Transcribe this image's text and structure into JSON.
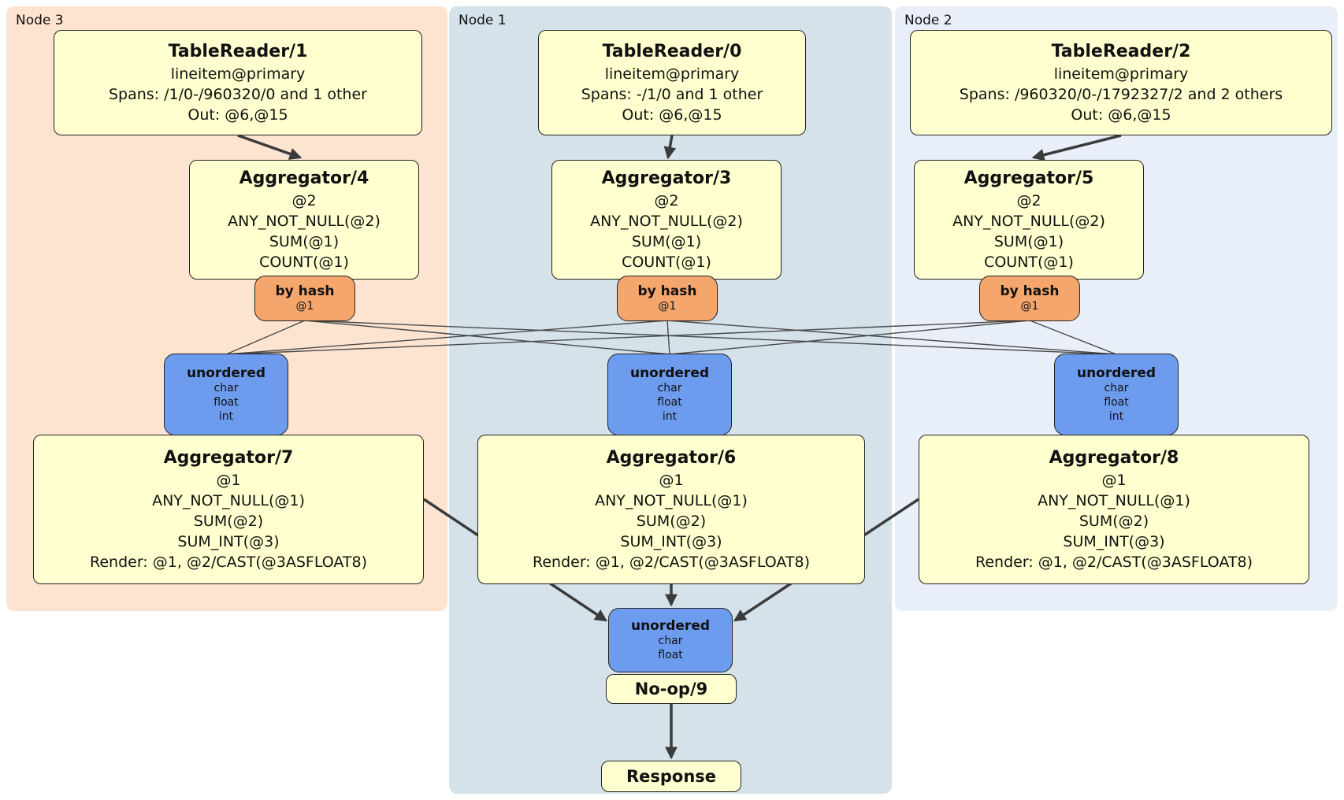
{
  "panels": {
    "node3": {
      "label": "Node 3"
    },
    "node1": {
      "label": "Node 1"
    },
    "node2": {
      "label": "Node 2"
    }
  },
  "boxes": {
    "tr1": {
      "title": "TableReader/1",
      "lines": [
        "lineitem@primary",
        "Spans: /1/0-/960320/0 and 1 other",
        "Out: @6,@15"
      ]
    },
    "tr0": {
      "title": "TableReader/0",
      "lines": [
        "lineitem@primary",
        "Spans: -/1/0 and 1 other",
        "Out: @6,@15"
      ]
    },
    "tr2": {
      "title": "TableReader/2",
      "lines": [
        "lineitem@primary",
        "Spans: /960320/0-/1792327/2 and 2 others",
        "Out: @6,@15"
      ]
    },
    "agg4": {
      "title": "Aggregator/4",
      "lines": [
        "@2",
        "ANY_NOT_NULL(@2)",
        "SUM(@1)",
        "COUNT(@1)"
      ]
    },
    "agg3": {
      "title": "Aggregator/3",
      "lines": [
        "@2",
        "ANY_NOT_NULL(@2)",
        "SUM(@1)",
        "COUNT(@1)"
      ]
    },
    "agg5": {
      "title": "Aggregator/5",
      "lines": [
        "@2",
        "ANY_NOT_NULL(@2)",
        "SUM(@1)",
        "COUNT(@1)"
      ]
    },
    "byhash4": {
      "title": "by hash",
      "lines": [
        "@1"
      ]
    },
    "byhash3": {
      "title": "by hash",
      "lines": [
        "@1"
      ]
    },
    "byhash5": {
      "title": "by hash",
      "lines": [
        "@1"
      ]
    },
    "sync3": {
      "title": "unordered",
      "lines": [
        "char",
        "float",
        "int"
      ]
    },
    "sync1": {
      "title": "unordered",
      "lines": [
        "char",
        "float",
        "int"
      ]
    },
    "sync2": {
      "title": "unordered",
      "lines": [
        "char",
        "float",
        "int"
      ]
    },
    "agg7": {
      "title": "Aggregator/7",
      "lines": [
        "@1",
        "ANY_NOT_NULL(@1)",
        "SUM(@2)",
        "SUM_INT(@3)",
        "Render: @1, @2/CAST(@3ASFLOAT8)"
      ]
    },
    "agg6": {
      "title": "Aggregator/6",
      "lines": [
        "@1",
        "ANY_NOT_NULL(@1)",
        "SUM(@2)",
        "SUM_INT(@3)",
        "Render: @1, @2/CAST(@3ASFLOAT8)"
      ]
    },
    "agg8": {
      "title": "Aggregator/8",
      "lines": [
        "@1",
        "ANY_NOT_NULL(@1)",
        "SUM(@2)",
        "SUM_INT(@3)",
        "Render: @1, @2/CAST(@3ASFLOAT8)"
      ]
    },
    "syncfinal": {
      "title": "unordered",
      "lines": [
        "char",
        "float"
      ]
    },
    "noop": {
      "title": "No-op/9"
    },
    "response": {
      "title": "Response"
    }
  },
  "colors": {
    "processor_fill": "#ffffcf",
    "router_fill": "#f4a66c",
    "sync_fill": "#6d9cee",
    "node3_bg": "#fde4d0",
    "node1_bg": "#d5e2e9",
    "node2_bg": "#e9eff8",
    "edge": "#3b3b3b",
    "border": "#222222"
  }
}
